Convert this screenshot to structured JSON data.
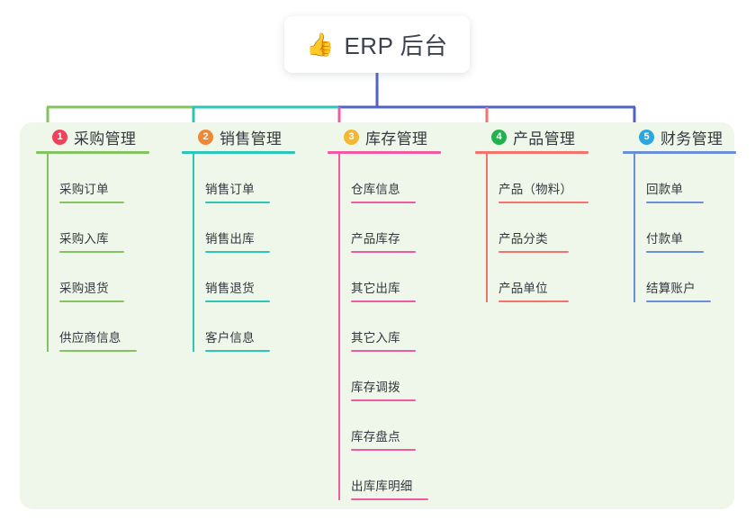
{
  "root": {
    "icon": "thumbs-up-icon",
    "emoji": "👍",
    "title": "ERP 后台"
  },
  "theme": {
    "panel_bg": "#eef7e9",
    "card_bg": "#ffffff",
    "text": "#33383f",
    "root_connector": "#5163c4"
  },
  "columns": [
    {
      "number": "1",
      "title": "采购管理",
      "badge_color": "#f2415a",
      "line_color": "#85c262",
      "items": [
        {
          "label": "采购订单",
          "rule_width": 72
        },
        {
          "label": "采购入库",
          "rule_width": 72
        },
        {
          "label": "采购退货",
          "rule_width": 72
        },
        {
          "label": "供应商信息",
          "rule_width": 86
        }
      ]
    },
    {
      "number": "2",
      "title": "销售管理",
      "badge_color": "#f08733",
      "line_color": "#2ec4b6",
      "items": [
        {
          "label": "销售订单",
          "rule_width": 72
        },
        {
          "label": "销售出库",
          "rule_width": 72
        },
        {
          "label": "销售退货",
          "rule_width": 72
        },
        {
          "label": "客户信息",
          "rule_width": 72
        }
      ]
    },
    {
      "number": "3",
      "title": "库存管理",
      "badge_color": "#f5b731",
      "line_color": "#ef5aa0",
      "items": [
        {
          "label": "仓库信息",
          "rule_width": 72
        },
        {
          "label": "产品库存",
          "rule_width": 72
        },
        {
          "label": "其它出库",
          "rule_width": 72
        },
        {
          "label": "其它入库",
          "rule_width": 72
        },
        {
          "label": "库存调拨",
          "rule_width": 72
        },
        {
          "label": "库存盘点",
          "rule_width": 72
        },
        {
          "label": "出库库明细",
          "rule_width": 86
        }
      ]
    },
    {
      "number": "4",
      "title": "产品管理",
      "badge_color": "#22b14c",
      "line_color": "#f4736c",
      "items": [
        {
          "label": "产品（物料）",
          "rule_width": 100
        },
        {
          "label": "产品分类",
          "rule_width": 78
        },
        {
          "label": "产品单位",
          "rule_width": 78
        }
      ]
    },
    {
      "number": "5",
      "title": "财务管理",
      "badge_color": "#2aa7e0",
      "line_color": "#6b8ed6",
      "items": [
        {
          "label": "回款单",
          "rule_width": 64
        },
        {
          "label": "付款单",
          "rule_width": 64
        },
        {
          "label": "结算账户",
          "rule_width": 72
        }
      ]
    }
  ]
}
